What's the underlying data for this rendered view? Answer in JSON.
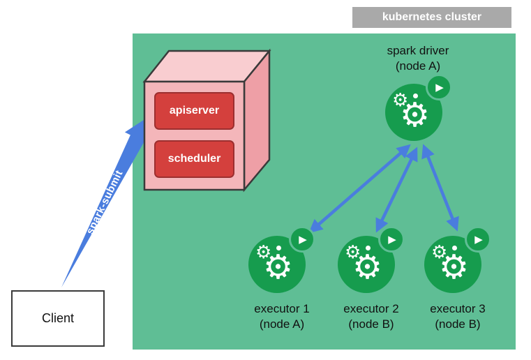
{
  "colors": {
    "cluster_bg": "#5fbe95",
    "pod_green": "#169c4e",
    "arrow_blue": "#4a7dde",
    "box_red": "#d4403d",
    "box_red_border": "#9c2f2f",
    "badge_gray": "#a9a9a9",
    "cube_front": "#f4b6ba",
    "cube_top": "#f9cdd0",
    "cube_right": "#ee9fa6",
    "cube_outline": "#3a3a3a"
  },
  "badge": {
    "label": "kubernetes cluster"
  },
  "cube": {
    "apiserver_label": "apiserver",
    "scheduler_label": "scheduler"
  },
  "driver": {
    "line1": "spark driver",
    "line2": "(node A)"
  },
  "executors": [
    {
      "line1": "executor 1",
      "line2": "(node A)"
    },
    {
      "line1": "executor 2",
      "line2": "(node B)"
    },
    {
      "line1": "executor 3",
      "line2": "(node B)"
    }
  ],
  "client": {
    "label": "Client"
  },
  "spark_submit": {
    "label": "spark-submit"
  },
  "icons": {
    "gear_glyph": "⚙",
    "play_glyph": "▶"
  }
}
